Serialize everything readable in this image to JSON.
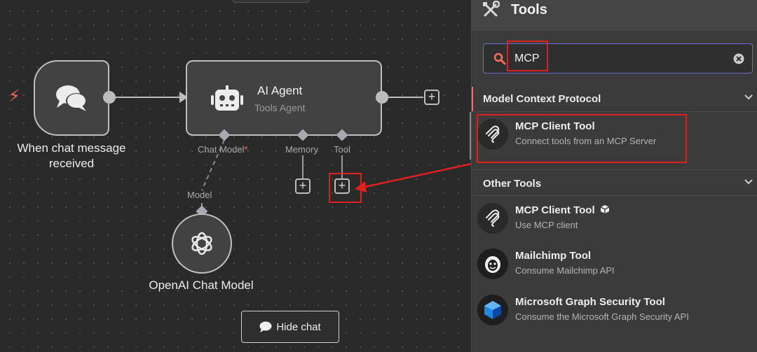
{
  "canvas": {
    "trigger_node": {
      "label": "When chat message received"
    },
    "agent_node": {
      "title": "AI Agent",
      "subtitle": "Tools Agent"
    },
    "ports": {
      "chat_model": "Chat Model",
      "chat_model_required": "*",
      "memory": "Memory",
      "tool": "Tool",
      "model": "Model"
    },
    "openai_node": {
      "label": "OpenAI Chat Model"
    },
    "hide_chat_label": "Hide chat",
    "plus_symbol": "+"
  },
  "panel": {
    "title": "Tools",
    "search": {
      "value": "MCP"
    },
    "categories": [
      {
        "title": "Model Context Protocol",
        "items": [
          {
            "title": "MCP Client Tool",
            "subtitle": "Connect tools from an MCP Server",
            "icon": "mcp-icon"
          }
        ]
      },
      {
        "title": "Other Tools",
        "items": [
          {
            "title": "MCP Client Tool",
            "subtitle": "Use MCP client",
            "icon": "mcp-icon",
            "badge_icon": "package-icon"
          },
          {
            "title": "Mailchimp Tool",
            "subtitle": "Consume Mailchimp API",
            "icon": "mailchimp-icon"
          },
          {
            "title": "Microsoft Graph Security Tool",
            "subtitle": "Consume the Microsoft Graph Security API",
            "icon": "microsoft-graph-security-icon"
          }
        ]
      }
    ]
  },
  "colors": {
    "accent": "#ff6d5a",
    "highlight": "#e01f1f",
    "search_border": "#6b6bd6"
  }
}
